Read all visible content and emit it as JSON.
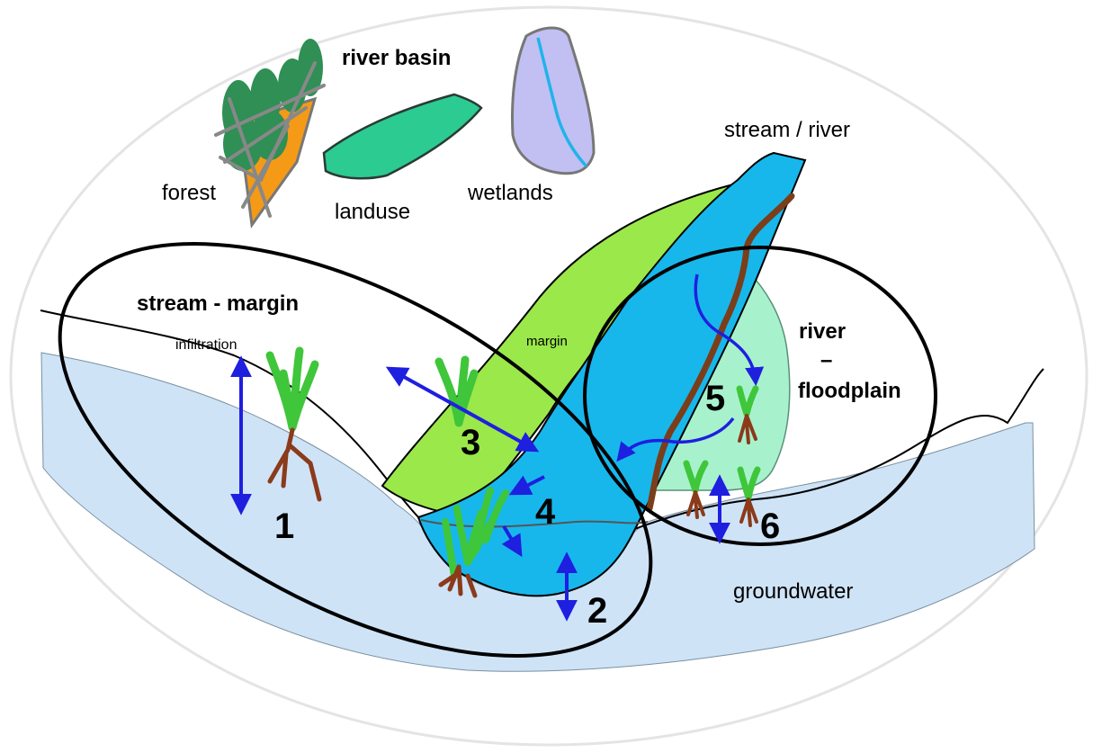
{
  "labels": {
    "river_basin": "river basin",
    "forest": "forest",
    "landuse": "landuse",
    "wetlands": "wetlands",
    "stream_river": "stream / river",
    "stream_margin": "stream - margin",
    "margin": "margin",
    "infiltration": "infiltration",
    "river": "river",
    "dash": "–",
    "floodplain": "floodplain",
    "groundwater": "groundwater"
  },
  "numbers": [
    "1",
    "2",
    "3",
    "4",
    "5",
    "6"
  ],
  "colors": {
    "groundwater": "#cfe3f7",
    "stream": "#17b7ec",
    "margin": "#9be84a",
    "floodplain": "#a7f2cc",
    "landuse": "#2bcb92",
    "wetlands": "#c2bff2",
    "wetlands_river": "#1fb4ea",
    "forest_tree": "#2f8f55",
    "forest_soil": "#f59a17",
    "riverbank": "#7a3e1a",
    "arrow": "#1f1fe0",
    "plant": "#3fc63a",
    "root": "#8b3a1a",
    "outline": "#000000"
  },
  "icons": [
    "forest-icon",
    "landuse-icon",
    "wetlands-icon",
    "plant-icon",
    "double-arrow-icon"
  ]
}
